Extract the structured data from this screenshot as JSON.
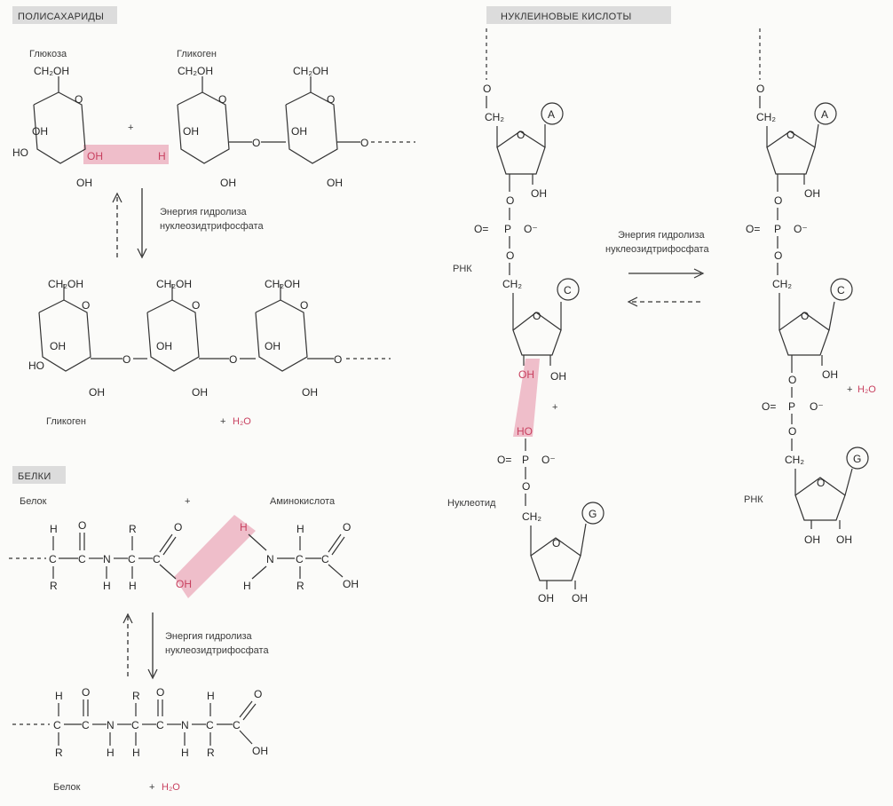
{
  "sections": {
    "polysaccharides": "ПОЛИСАХАРИДЫ",
    "proteins": "БЕЛКИ",
    "nucleic_acids": "НУКЛЕИНОВЫЕ КИСЛОТЫ"
  },
  "energy": {
    "line1": "Энергия гидролиза",
    "line2": "нуклеозидтрифосфата"
  },
  "poly": {
    "glucose": "Глюкоза",
    "glycogen_top": "Гликоген",
    "glycogen_bottom": "Гликоген",
    "plus_top": "+",
    "water_plus": "+",
    "water": "H₂O"
  },
  "protein": {
    "protein_top": "Белок",
    "plus": "+",
    "amino_acid": "Аминокислота",
    "protein_bottom": "Белок",
    "water_plus": "+",
    "water": "H₂O"
  },
  "nucleic": {
    "rna_left": "РНК",
    "nucleotide": "Нуклеотид",
    "rna_right": "РНК",
    "plus": "+",
    "water_plus": "+",
    "water": "H₂O"
  },
  "atoms": {
    "ch2oh": "CH₂OH",
    "ch2": "CH₂",
    "o": "O",
    "oh": "OH",
    "ho": "HO",
    "h": "H",
    "r": "R",
    "c": "C",
    "n": "N",
    "p": "P",
    "o_minus": "O⁻",
    "o_eq": "O=",
    "base_a": "A",
    "base_c": "C",
    "base_g": "G"
  },
  "colors": {
    "highlight": "#e58ca4",
    "accent_text": "#c8405f",
    "ink": "#2a2a2a",
    "header_bg": "#dcdcdc"
  }
}
